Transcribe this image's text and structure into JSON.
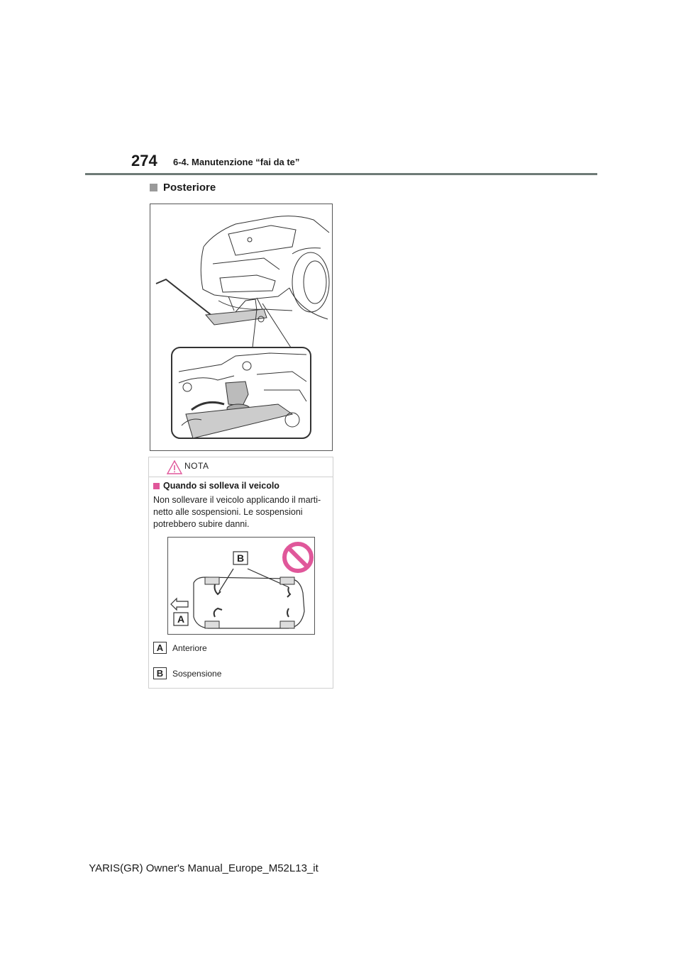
{
  "header": {
    "page_number": "274",
    "section": "6-4. Manutenzione “fai da te”"
  },
  "subheading": "Posteriore",
  "figure_rear": {
    "icon": "rear-jack-illustration"
  },
  "notice": {
    "title": "NOTA",
    "icon": "warning-triangle-icon",
    "accent_color": "#e0579a",
    "subheading": "Quando si solleva il veicolo",
    "body": "Non sollevare il veicolo applicando il marti-netto alle sospensioni. Le sospensioni potrebbero subire danni.",
    "figure_labels": {
      "a": "A",
      "b": "B"
    },
    "legend": [
      {
        "key": "A",
        "label": "Anteriore"
      },
      {
        "key": "B",
        "label": "Sospensione"
      }
    ]
  },
  "footer": "YARIS(GR) Owner's Manual_Europe_M52L13_it"
}
